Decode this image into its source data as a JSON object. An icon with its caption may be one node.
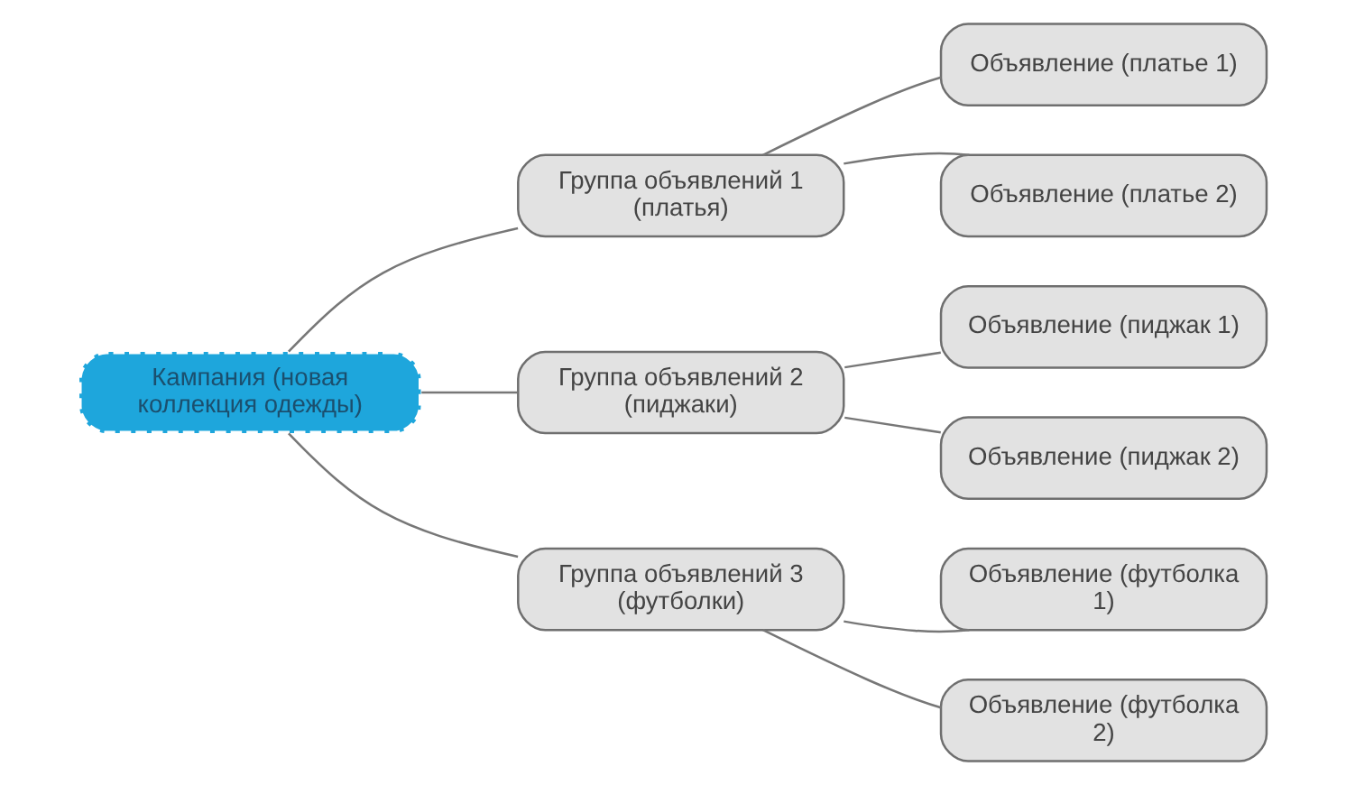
{
  "diagram": {
    "nodes": [
      {
        "text": [
          "Кампания (новая коллекция одежды)"
        ]
      },
      {
        "text": [
          "Группа объявлений 1 (платья)"
        ]
      },
      {
        "text": [
          "Объявление (платье 1)"
        ]
      },
      {
        "text": [
          "Объявление (платье 2)"
        ]
      },
      {
        "text": [
          "Группа объявлений 2 (пиджаки)"
        ]
      },
      {
        "text": [
          "Объявление (пиджак 1)"
        ]
      },
      {
        "text": [
          "Объявление (пиджак 2)"
        ]
      },
      {
        "text": [
          "Группа объявлений 3 (футболки)"
        ]
      },
      {
        "text": [
          "Объявление (футболка 1)"
        ]
      },
      {
        "text": [
          "Объявление (футболка 2)"
        ]
      }
    ],
    "edges": [
      {
        "from": 0,
        "to": 1,
        "arrow": "none"
      },
      {
        "from": 1,
        "to": 2,
        "arrow": "none"
      },
      {
        "from": 1,
        "to": 3,
        "arrow": "none"
      },
      {
        "from": 0,
        "to": 4,
        "arrow": "none"
      },
      {
        "from": 4,
        "to": 5,
        "arrow": "none"
      },
      {
        "from": 4,
        "to": 6,
        "arrow": "none"
      },
      {
        "from": 0,
        "to": 7,
        "arrow": "none"
      },
      {
        "from": 7,
        "to": 8,
        "arrow": "none"
      },
      {
        "from": 7,
        "to": 9,
        "arrow": "none"
      }
    ]
  }
}
